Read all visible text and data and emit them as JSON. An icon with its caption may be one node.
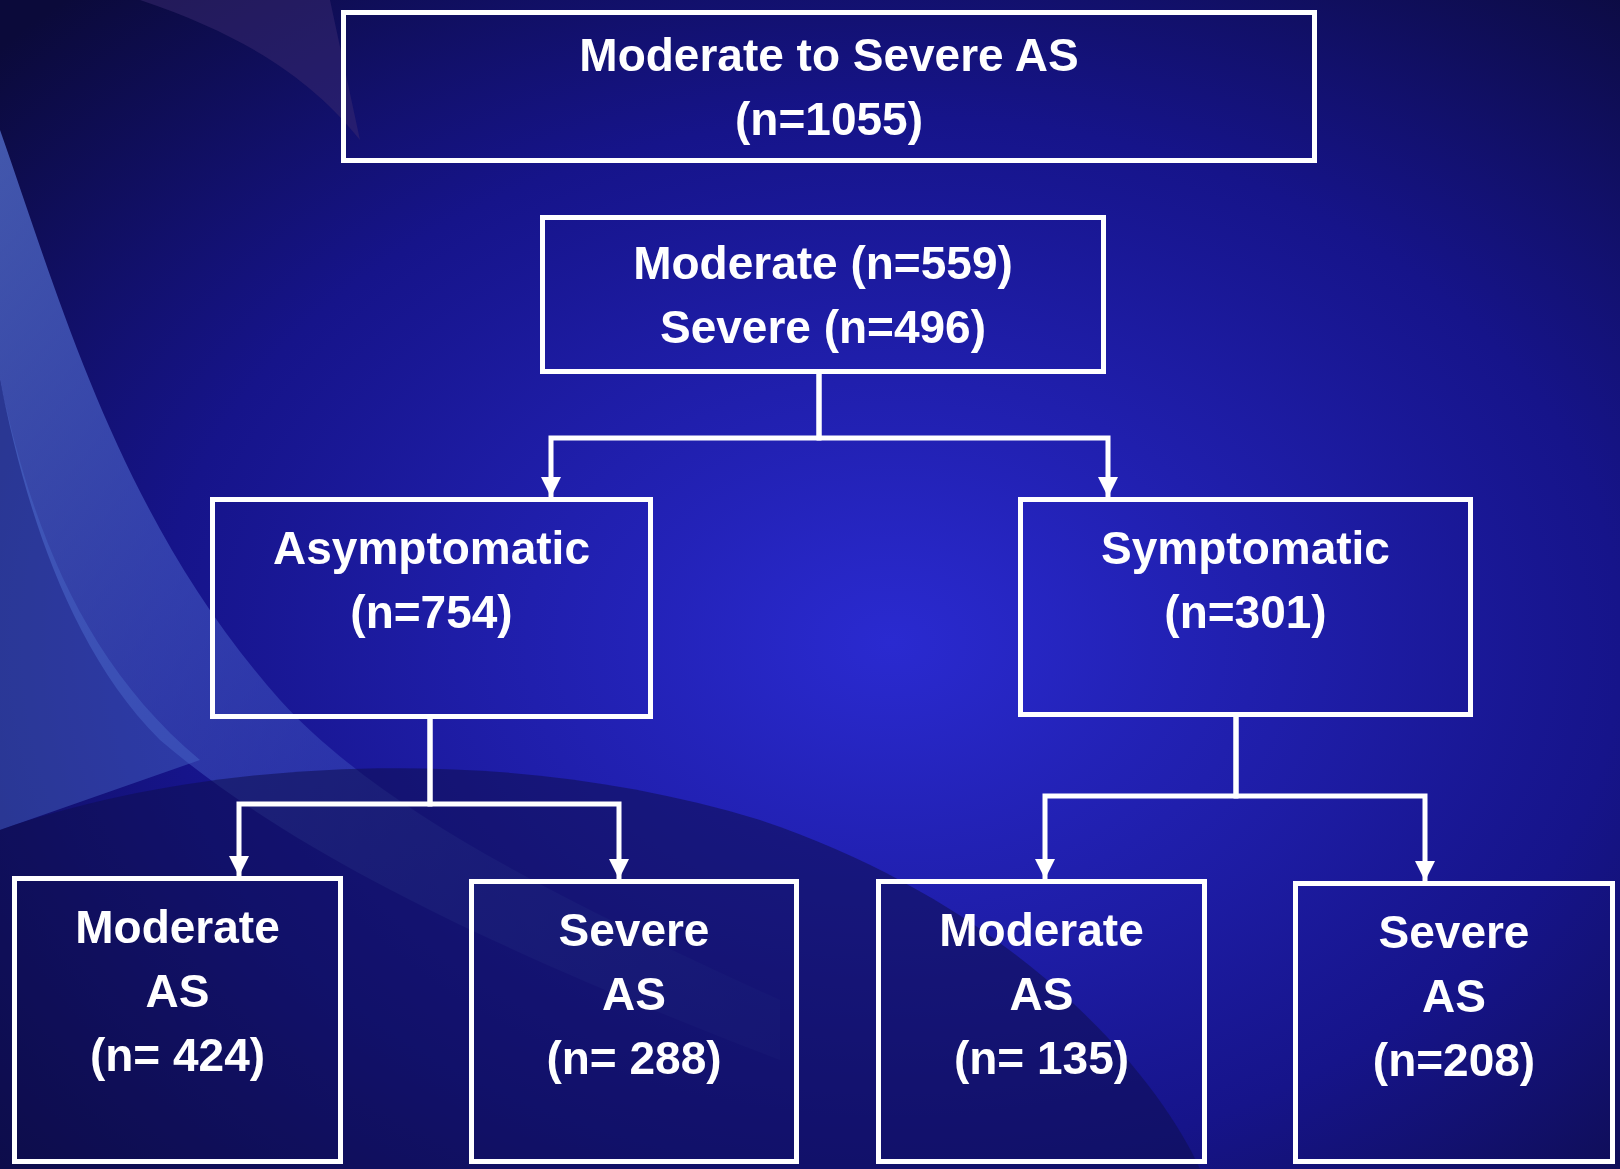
{
  "diagram": {
    "nodes": [
      {
        "text": [
          "Moderate to Severe AS (n=1055)"
        ]
      },
      {
        "text": [
          "Moderate (n=559)",
          "Severe (n=496)"
        ]
      },
      {
        "text": [
          "Asymptomatic (n=754)"
        ]
      },
      {
        "text": [
          "Symptomatic (n=301)"
        ]
      },
      {
        "text": [
          "Moderate AS",
          "(n= 424)"
        ]
      },
      {
        "text": [
          "Severe AS",
          "(n= 288)"
        ]
      },
      {
        "text": [
          "Moderate AS",
          "(n= 135)"
        ]
      },
      {
        "text": [
          "Severe AS",
          "(n=208)"
        ]
      }
    ],
    "edges": [
      {
        "from": 1,
        "to": 2,
        "arrow": "to"
      },
      {
        "from": 1,
        "to": 3,
        "arrow": "to"
      },
      {
        "from": 2,
        "to": 4,
        "arrow": "to"
      },
      {
        "from": 2,
        "to": 5,
        "arrow": "to"
      },
      {
        "from": 3,
        "to": 6,
        "arrow": "to"
      },
      {
        "from": 3,
        "to": 7,
        "arrow": "to"
      }
    ]
  }
}
